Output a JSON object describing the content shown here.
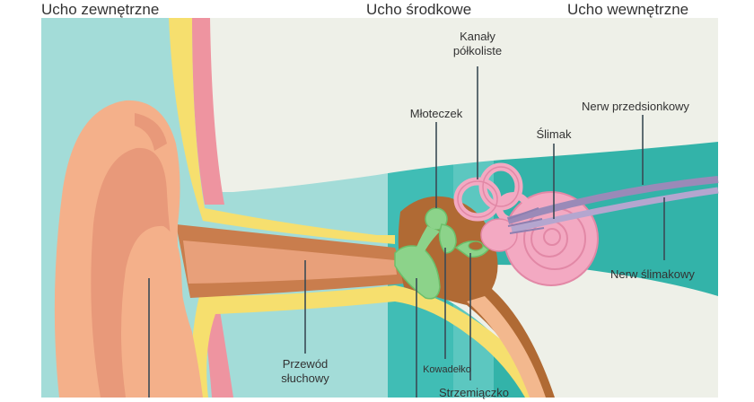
{
  "sections": {
    "outer": "Ucho zewnętrzne",
    "middle": "Ucho środkowe",
    "inner": "Ucho wewnętrzne"
  },
  "labels": {
    "semicircular_line1": "Kanały",
    "semicircular_line2": "półkoliste",
    "malleus": "Młoteczek",
    "cochlea": "Ślimak",
    "vestibular_nerve": "Nerw przedsionkowy",
    "cochlear_nerve": "Nerw ślimakowy",
    "ear_canal_line1": "Przewód",
    "ear_canal_line2": "słuchowy",
    "incus": "Kowadełko",
    "stapes": "Strzemiączko"
  },
  "colors": {
    "outer_bg": "#a3dcd8",
    "middle_bg": "#3fbcb4",
    "inner_bg": "#33b3a9",
    "skull": "#eef0e8",
    "skin": "#f4b08a",
    "skin_dark": "#e59a75",
    "canal": "#c4784a",
    "yellow": "#f5dd6c",
    "pink": "#e88a96",
    "ossicle": "#8bd389",
    "cochlea": "#f2a9c0",
    "nerve": "#9a8ab8",
    "line": "#3a4a55"
  }
}
